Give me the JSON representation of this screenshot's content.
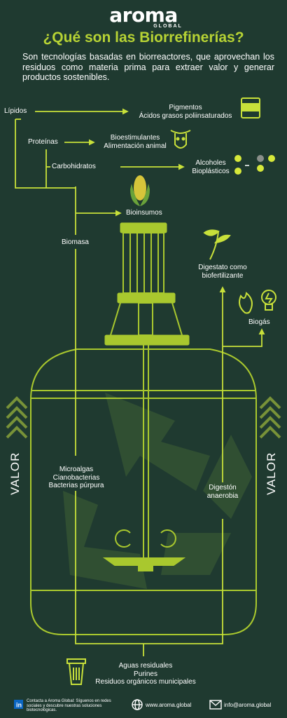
{
  "brand": {
    "name": "aroma",
    "tagline": "GLOBAL"
  },
  "title": "¿Qué son las Biorrefinerías?",
  "intro": "Son tecnologías basadas en biorreactores, que aprovechan los residuos como materia prima para extraer valor y generar productos sostenibles.",
  "flow": {
    "lipidos": "Lípidos",
    "pigmentos": "Pigmentos",
    "acidos": "Ácidos grasos poliinsaturados",
    "proteinas": "Proteínas",
    "bioestimulantes": "Bioestimulantes",
    "alimentacion": "Alimentación animal",
    "carbohidratos": "Carbohidratos",
    "alcoholes": "Alcoholes",
    "bioplasticos": "Bioplásticos",
    "bioinsumos": "Bioinsumos",
    "biomasa": "Biomasa",
    "digestato_1": "Digestato como",
    "digestato_2": "biofertilizante",
    "biogas": "Biogás",
    "microalgas": "Microalgas",
    "cianobacterias": "Cianobacterias",
    "bacterias": "Bacterias púrpura",
    "digeston_1": "Digestón",
    "digeston_2": "anaerobia",
    "aguas": "Aguas residuales",
    "purines": "Purines",
    "residuos": "Residuos orgánicos municipales"
  },
  "valor_left": "VALOR",
  "valor_right": "VALOR",
  "footer": {
    "linkedin_text": "Contacta a Aroma Global: Síguenos en redes sociales y descubre nuestras soluciones biotecnológicas.",
    "website": "www.aroma.global",
    "email": "info@aroma.global"
  },
  "colors": {
    "background": "#1f3a30",
    "accent": "#b7d334",
    "text": "#ffffff"
  },
  "icons": [
    "pigment-jar-icon",
    "cow-icon",
    "molecule-icon",
    "corn-icon",
    "sprout-icon",
    "flame-icon",
    "lightbulb-icon",
    "trash-can-icon",
    "rotation-arrows-icon",
    "linkedin-icon",
    "globe-icon",
    "envelope-icon",
    "chevrons-up-icon"
  ]
}
